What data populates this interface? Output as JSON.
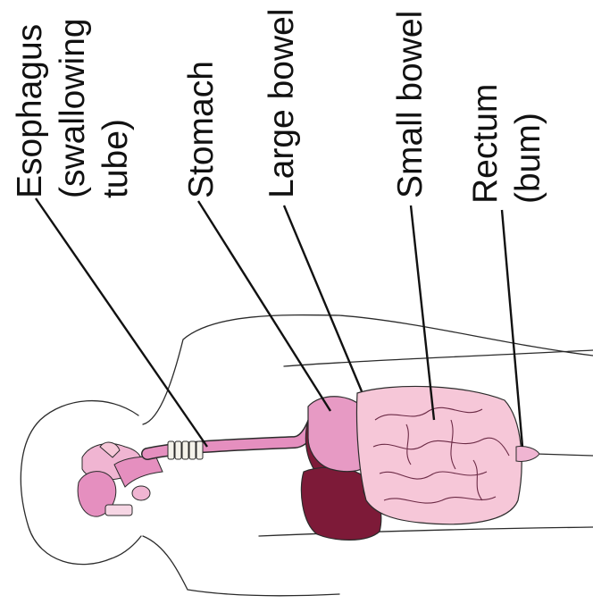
{
  "labels": {
    "esophagus": [
      "Esophagus",
      "(swallowing",
      "tube)"
    ],
    "stomach": [
      "Stomach"
    ],
    "large_bowel": [
      "Large bowel"
    ],
    "small_bowel": [
      "Small bowel"
    ],
    "rectum": [
      "Rectum",
      "(bum)"
    ]
  },
  "colors": {
    "esophagus_pink": "#e58fbf",
    "stomach_pink": "#e79ac4",
    "liver_dark": "#7d1a38",
    "intestine_pink": "#f6c7d8",
    "gallbladder_green": "#7dbb4a",
    "outline": "#2b2b2b"
  }
}
